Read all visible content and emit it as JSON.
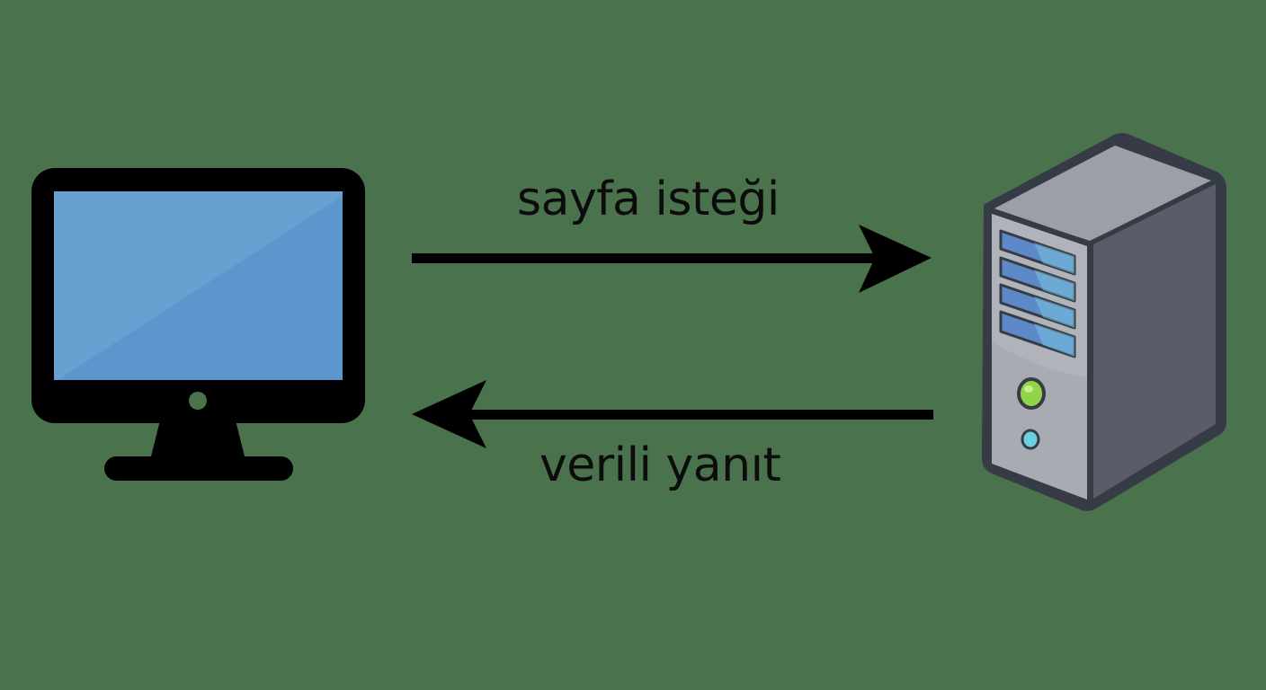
{
  "diagram": {
    "type": "client-server request/response",
    "background_color": "#4a724d",
    "nodes": [
      {
        "id": "client",
        "icon": "desktop-monitor-icon",
        "role": "client computer"
      },
      {
        "id": "server",
        "icon": "server-tower-icon",
        "role": "web server"
      }
    ],
    "edges": [
      {
        "from": "client",
        "to": "server",
        "label": "sayfa isteği",
        "direction": "right"
      },
      {
        "from": "server",
        "to": "client",
        "label": "verili yanıt",
        "direction": "left"
      }
    ],
    "colors": {
      "monitor_body": "#000000",
      "monitor_screen": "#5b96cc",
      "monitor_screen_highlight": "#68a0d2",
      "server_front": "#a9abb3",
      "server_top": "#9c9ea8",
      "server_side": "#5a5d68",
      "server_outline": "#363b45",
      "server_slot": "#5a82c4",
      "led_green": "#8fd44a",
      "led_cyan": "#6cd0e0",
      "arrow": "#000000"
    }
  },
  "labels": {
    "request": "sayfa isteği",
    "response": "verili yanıt"
  }
}
